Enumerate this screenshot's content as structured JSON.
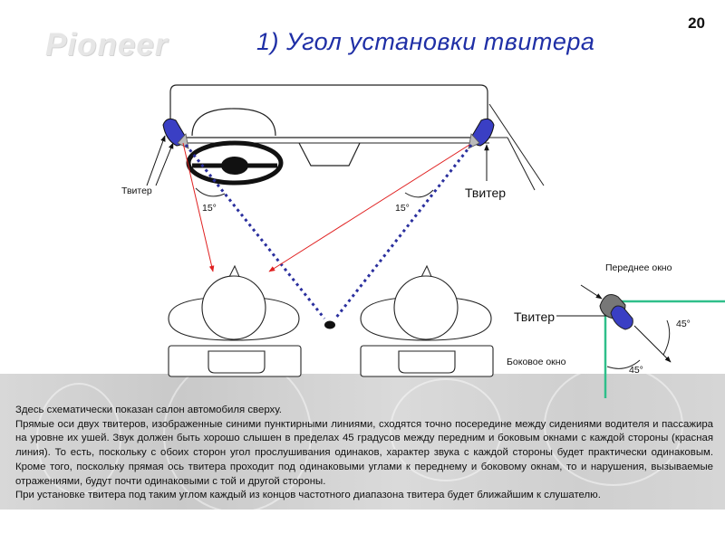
{
  "slide": {
    "page_number": "20",
    "title": "1)  Угол установки твитера",
    "logo_text": "Pioneer"
  },
  "diagram": {
    "tweeter_label_left": "Твитер",
    "tweeter_label_right": "Твитер",
    "angle_left": "15°",
    "angle_right": "15°",
    "colors": {
      "tweeter_fill": "#3a3fc4",
      "axis_line": "#2a2f9e",
      "reflection_line": "#e02020",
      "window_line": "#2fbf8a"
    }
  },
  "inset": {
    "front_window_label": "Переднее окно",
    "tweeter_label": "Твитер",
    "side_window_label": "Боковое окно",
    "angle_top": "45°",
    "angle_bottom": "45°"
  },
  "description": {
    "paragraphs": [
      "Здесь схематически показан салон автомобиля  сверху.",
      "Прямые оси двух твитеров, изображенные синими пунктирными линиями, сходятся точно посередине между сидениями водителя и пассажира на уровне их ушей. Звук должен быть хорошо слышен в пределах 45 градусов между передним и боковым окнами с каждой стороны (красная линия). То есть, поскольку с обоих сторон угол прослушивания одинаков, характер звука с каждой стороны будет практически одинаковым. Кроме того, поскольку прямая ось твитера проходит под одинаковыми углами к переднему и боковому окнам, то и нарушения,  вызываемые отражениями, будут почти одинаковыми  с той и другой стороны.",
      "При установке твитера под таким углом каждый из концов частотного диапазона твитера будет ближайшим  к слушателю."
    ]
  }
}
